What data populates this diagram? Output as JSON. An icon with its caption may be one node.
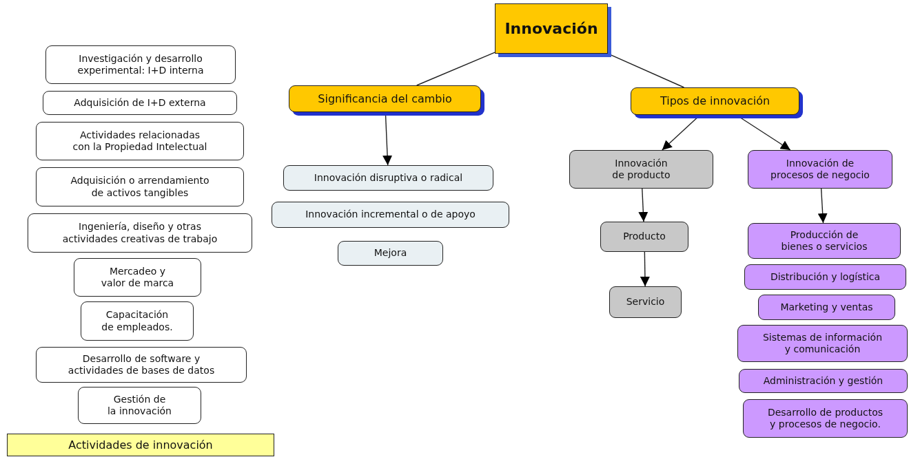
{
  "diagram": {
    "nodes": [
      {
        "text": [
          "Innovación"
        ]
      },
      {
        "text": [
          "Significancia del cambio"
        ]
      },
      {
        "text": [
          "Tipos de innovación"
        ]
      },
      {
        "text": [
          "Innovación disruptiva o radical"
        ]
      },
      {
        "text": [
          "Innovación incremental o de apoyo"
        ]
      },
      {
        "text": [
          "Mejora"
        ]
      },
      {
        "text": [
          "Innovación de producto"
        ]
      },
      {
        "text": [
          "Innovación de procesos de negocio"
        ]
      },
      {
        "text": [
          "Producto"
        ]
      },
      {
        "text": [
          "Servicio"
        ]
      },
      {
        "text": [
          "Producción de bienes o servicios"
        ]
      },
      {
        "text": [
          "Distribución y logística"
        ]
      },
      {
        "text": [
          "Marketing y ventas"
        ]
      },
      {
        "text": [
          "Sistemas de información y comunicación"
        ]
      },
      {
        "text": [
          "Administración y gestión"
        ]
      },
      {
        "text": [
          "Desarrollo de productos y procesos de negocio."
        ]
      },
      {
        "text": [
          "Investigación y desarrollo experimental: I+D interna"
        ]
      },
      {
        "text": [
          "Adquisición de I+D externa"
        ]
      },
      {
        "text": [
          "Actividades relacionadas con la Propiedad Intelectual"
        ]
      },
      {
        "text": [
          "Adquisición o arrendamiento de activos tangibles"
        ]
      },
      {
        "text": [
          "Ingeniería, diseño y otras actividades creativas de trabajo"
        ]
      },
      {
        "text": [
          "Mercadeo y valor de marca"
        ]
      },
      {
        "text": [
          "Capacitación de empleados."
        ]
      },
      {
        "text": [
          "Desarrollo de software y actividades de bases de datos"
        ]
      },
      {
        "text": [
          "Gestión de la innovación"
        ]
      },
      {
        "text": [
          "Actividades de innovación"
        ]
      }
    ],
    "edges": [
      {
        "from": 0,
        "to": 1,
        "arrow": "none"
      },
      {
        "from": 0,
        "to": 2,
        "arrow": "none"
      },
      {
        "from": 1,
        "to": 3,
        "arrow": "to"
      },
      {
        "from": 2,
        "to": 6,
        "arrow": "to"
      },
      {
        "from": 2,
        "to": 7,
        "arrow": "to"
      },
      {
        "from": 6,
        "to": 8,
        "arrow": "to"
      },
      {
        "from": 8,
        "to": 9,
        "arrow": "to"
      },
      {
        "from": 7,
        "to": 10,
        "arrow": "to"
      }
    ]
  }
}
